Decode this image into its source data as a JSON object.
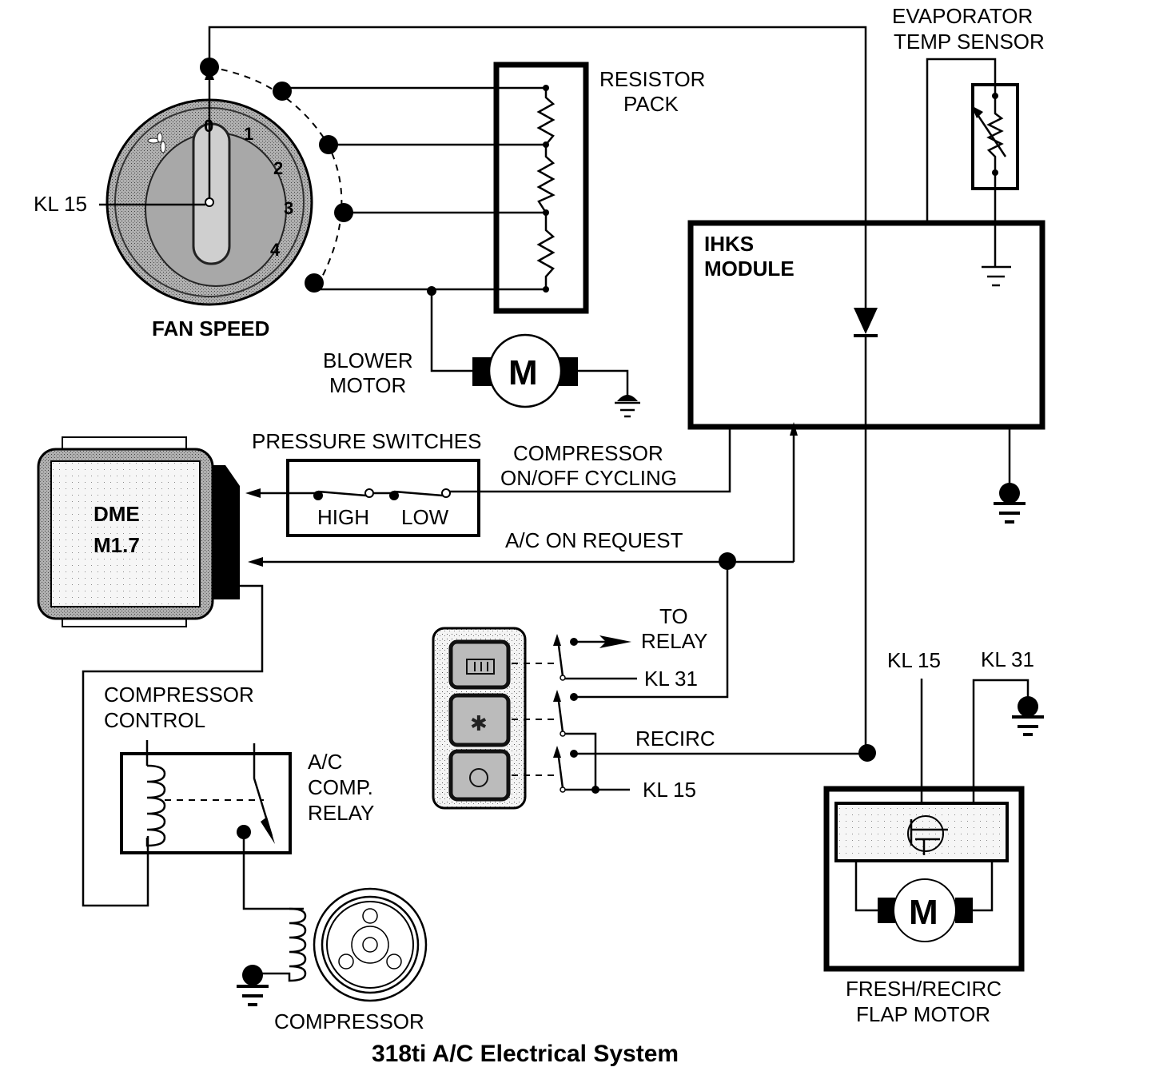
{
  "title": "318ti A/C Electrical System",
  "colors": {
    "ink": "#000000",
    "background": "#ffffff",
    "dial_fill": "#9a9a9a",
    "knob_fill": "#c8c8c8",
    "panel_fill": "#d9d9d9"
  },
  "components": {
    "fan_speed": {
      "label": "FAN SPEED",
      "input_label": "KL 15",
      "positions": [
        "0",
        "1",
        "2",
        "3",
        "4"
      ]
    },
    "resistor_pack": {
      "label_line1": "RESISTOR",
      "label_line2": "PACK"
    },
    "blower_motor": {
      "label_line1": "BLOWER",
      "label_line2": "MOTOR",
      "symbol": "M"
    },
    "evaporator_sensor": {
      "label_line1": "EVAPORATOR",
      "label_line2": "TEMP SENSOR"
    },
    "ihks_module": {
      "label_line1": "IHKS",
      "label_line2": "MODULE"
    },
    "dme": {
      "label_line1": "DME",
      "label_line2": "M1.7"
    },
    "pressure_switches": {
      "label": "PRESSURE SWITCHES",
      "high": "HIGH",
      "low": "LOW"
    },
    "signals": {
      "compressor_cycling_line1": "COMPRESSOR",
      "compressor_cycling_line2": "ON/OFF CYCLING",
      "ac_on_request": "A/C ON REQUEST"
    },
    "button_panel": {
      "to_relay_line1": "TO",
      "to_relay_line2": "RELAY",
      "kl31": "KL 31",
      "recirc": "RECIRC",
      "kl15": "KL 15",
      "buttons": [
        "rear-defrost",
        "ac-snowflake",
        "recirculation"
      ]
    },
    "compressor_control": {
      "label_line1": "COMPRESSOR",
      "label_line2": "CONTROL"
    },
    "ac_comp_relay": {
      "label_line1": "A/C",
      "label_line2": "COMP.",
      "label_line3": "RELAY"
    },
    "compressor": {
      "label": "COMPRESSOR"
    },
    "flap_motor": {
      "kl15": "KL 15",
      "kl31": "KL 31",
      "label_line1": "FRESH/RECIRC",
      "label_line2": "FLAP MOTOR",
      "symbol": "M"
    }
  }
}
